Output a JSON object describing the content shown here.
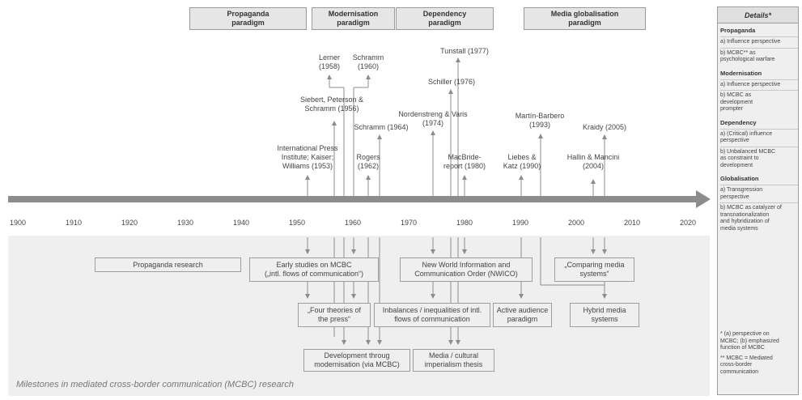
{
  "paradigms": [
    {
      "label": "Propaganda\nparadigm"
    },
    {
      "label": "Modernisation\nparadigm"
    },
    {
      "label": "Dependency\nparadigm"
    },
    {
      "label": "Media globalisation\nparadigm"
    }
  ],
  "milestones": {
    "lerner": "Lerner\n(1958)",
    "schramm1960": "Schramm\n(1960)",
    "tunstall": "Tunstall (1977)",
    "schiller": "Schiller (1976)",
    "siebert": "Siebert, Peterson &\nSchramm (1956)",
    "nordenstreng": "Nordenstreng & Varis\n(1974)",
    "martin": "Martín-Barbero\n(1993)",
    "schramm1964": "Schramm (1964)",
    "kraidy": "Kraidy (2005)",
    "ipi": "International Press\nInstitute; Kaiser;\nWilliams (1953)",
    "rogers": "Rogers\n(1962)",
    "macbride": "MacBride-\nreport (1980)",
    "liebes": "Liebes &\nKatz (1990)",
    "hallin": "Hallin & Mancini\n(2004)"
  },
  "timeline": {
    "years": [
      "1900",
      "1910",
      "1920",
      "1930",
      "1940",
      "1950",
      "1960",
      "1970",
      "1980",
      "1990",
      "2000",
      "2010",
      "2020"
    ]
  },
  "research": {
    "propaganda": "Propaganda research",
    "early": "Early studies on MCBC\n(„intl. flows of communication“)",
    "nwico": "New World Information and\nCommunication Order (NWICO)",
    "comparing": "„Comparing media\nsystems“",
    "four": "„Four theories of\nthe press“",
    "imbalances": "Inbalances / inequalities of intl.\nflows of communication",
    "active": "Active audience\nparadigm",
    "hybrid": "Hybrid media\nsystems",
    "development": "Development throug\nmodernisation (via MCBC)",
    "imperialism": "Media / cultural\nimperialism thesis"
  },
  "panel_caption": "Milestones in mediated cross-border communication (MCBC) research",
  "details": {
    "title": "Details*",
    "sections": [
      {
        "heading": "Propaganda",
        "items": [
          "a) Influence perspective",
          "b) MCBC** as\n    psychological warfare"
        ]
      },
      {
        "heading": "Modernisation",
        "items": [
          "a) Influence perspective",
          "b) MCBC as\n    development\n    prompter"
        ]
      },
      {
        "heading": "Dependency",
        "items": [
          "a) (Critical) influence\n    perspective",
          "b) Unbalanced MCBC\n    as constraint to\n    development"
        ]
      },
      {
        "heading": "Globalisation",
        "items": [
          "a) Transgression\n    perspective",
          "b) MCBC as catalyzer of\n    transnationalization\n    and hybridization of\n    media systems"
        ]
      }
    ],
    "notes": [
      "* (a) perspective on\nMCBC; (b) emphasized\nfunction of MCBC",
      "** MCBC = Mediated\ncross-border\ncommunication"
    ]
  },
  "colors": {
    "timeline": "#8c8c8c",
    "panel": "#efefef",
    "connector": "#8c8c8c"
  }
}
